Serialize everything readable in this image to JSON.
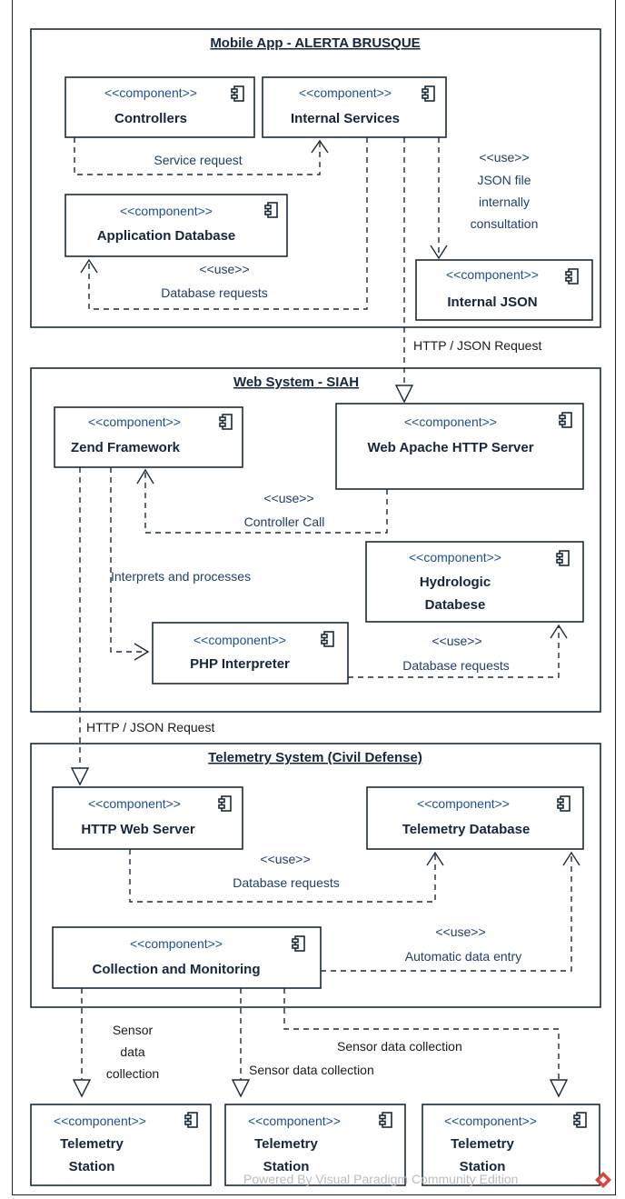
{
  "stereotype_component": "<<component>>",
  "stereotype_use": "<<use>>",
  "packages": {
    "mobile": "Mobile App - ALERTA BRUSQUE",
    "web": "Web System - SIAH",
    "telemetry": "Telemetry System (Civil Defense)"
  },
  "components": {
    "controllers": "Controllers",
    "internal_services": "Internal Services",
    "application_database": "Application Database",
    "internal_json": "Internal JSON",
    "zend_framework": "Zend Framework",
    "web_apache": "Web Apache HTTP Server",
    "hydrologic_db_line1": "Hydrologic",
    "hydrologic_db_line2": "Databese",
    "php_interpreter": "PHP Interpreter",
    "http_web_server": "HTTP Web Server",
    "telemetry_database": "Telemetry Database",
    "collection_monitoring": "Collection and Monitoring",
    "station_line1": "Telemetry",
    "station_line2": "Station"
  },
  "labels": {
    "service_request": "Service request",
    "json_file_line1": "JSON file",
    "json_file_line2": "internally",
    "json_file_line3": "consultation",
    "database_requests": "Database requests",
    "http_json_request": "HTTP / JSON Request",
    "controller_call": "Controller Call",
    "interprets_processes": "Interprets and processes",
    "automatic_data_entry": "Automatic data entry",
    "sensor_line1": "Sensor",
    "sensor_line2": "data",
    "sensor_line3": "collection",
    "sensor_data_collection": "Sensor data collection"
  },
  "watermark": "Powered By  Visual Paradigm Community Edition"
}
